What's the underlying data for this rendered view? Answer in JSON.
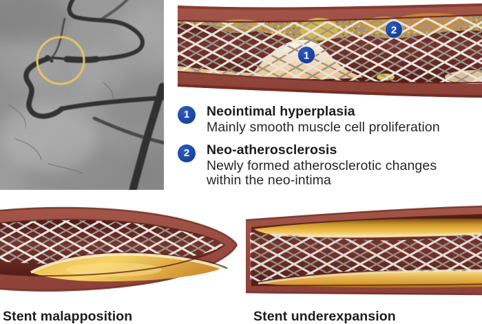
{
  "palette": {
    "marker-blue": "#17419f",
    "text-dark": "#1d1d1b",
    "vessel-wall": "#9c4b41",
    "lumen-dark": "#5e2019",
    "plaque-gold": "#f2c04a",
    "stent-white": "#e6e4e1",
    "stent-gray": "#97938e",
    "annotation-yellow": "#e7c464"
  },
  "mechanisms": {
    "markers": [
      {
        "id": "1",
        "title": "Neointimal hyperplasia",
        "description": "Mainly smooth muscle cell proliferation"
      },
      {
        "id": "2",
        "title": "Neo-atherosclerosis",
        "description": "Newly formed atherosclerotic changes within the neo-intima"
      }
    ]
  },
  "panels": [
    {
      "caption": "Stent malapposition"
    },
    {
      "caption": "Stent underexpansion"
    }
  ]
}
